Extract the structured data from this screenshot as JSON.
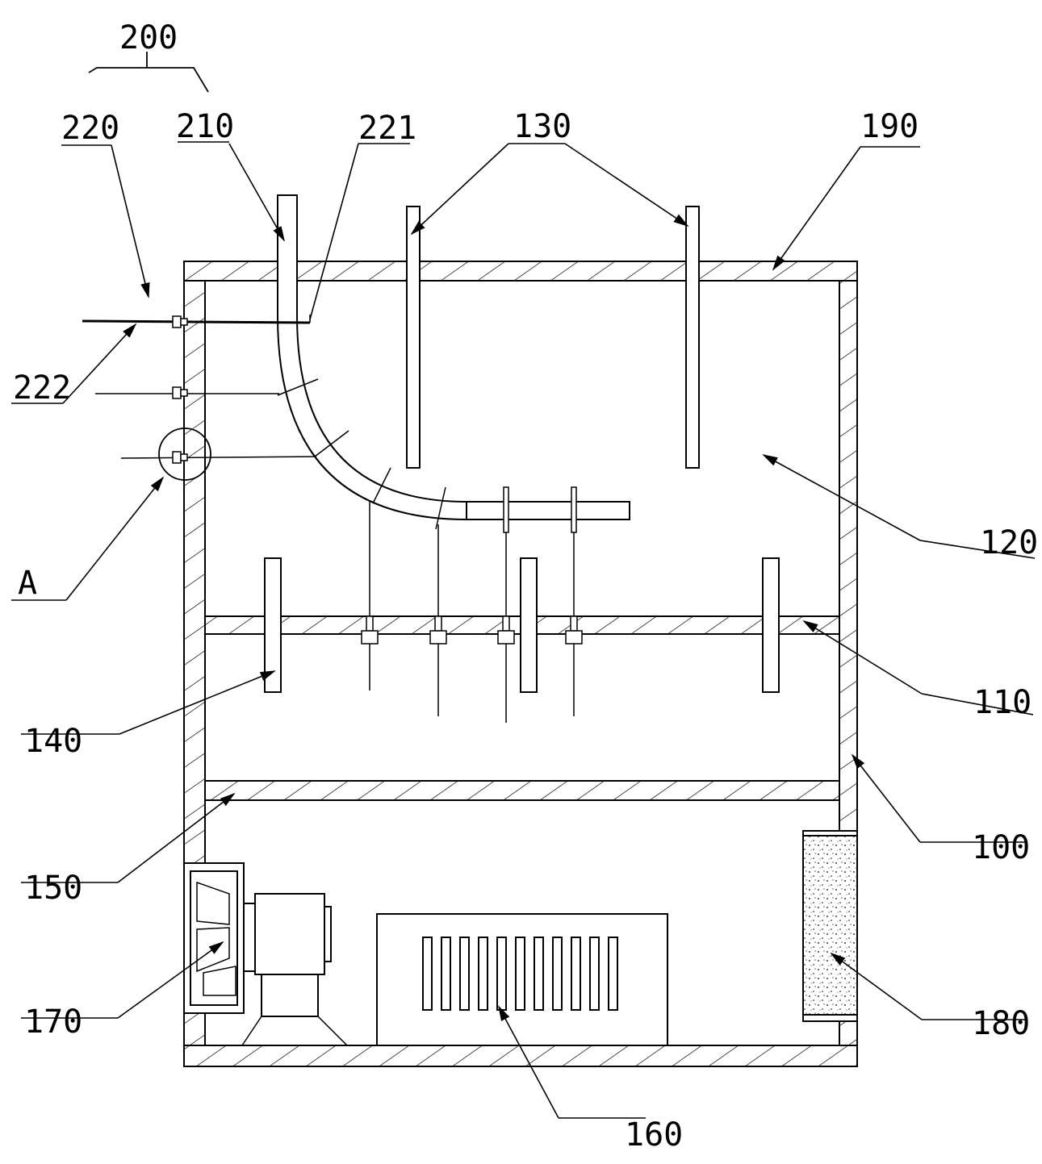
{
  "colors": {
    "line": "#000000",
    "background": "#ffffff"
  },
  "labels": {
    "l200": "200",
    "l220": "220",
    "l210": "210",
    "l221": "221",
    "l130": "130",
    "l190": "190",
    "l222": "222",
    "lA": "A",
    "l120": "120",
    "l110": "110",
    "l140": "140",
    "l100": "100",
    "l150": "150",
    "l170": "170",
    "l180": "180",
    "l160": "160"
  }
}
